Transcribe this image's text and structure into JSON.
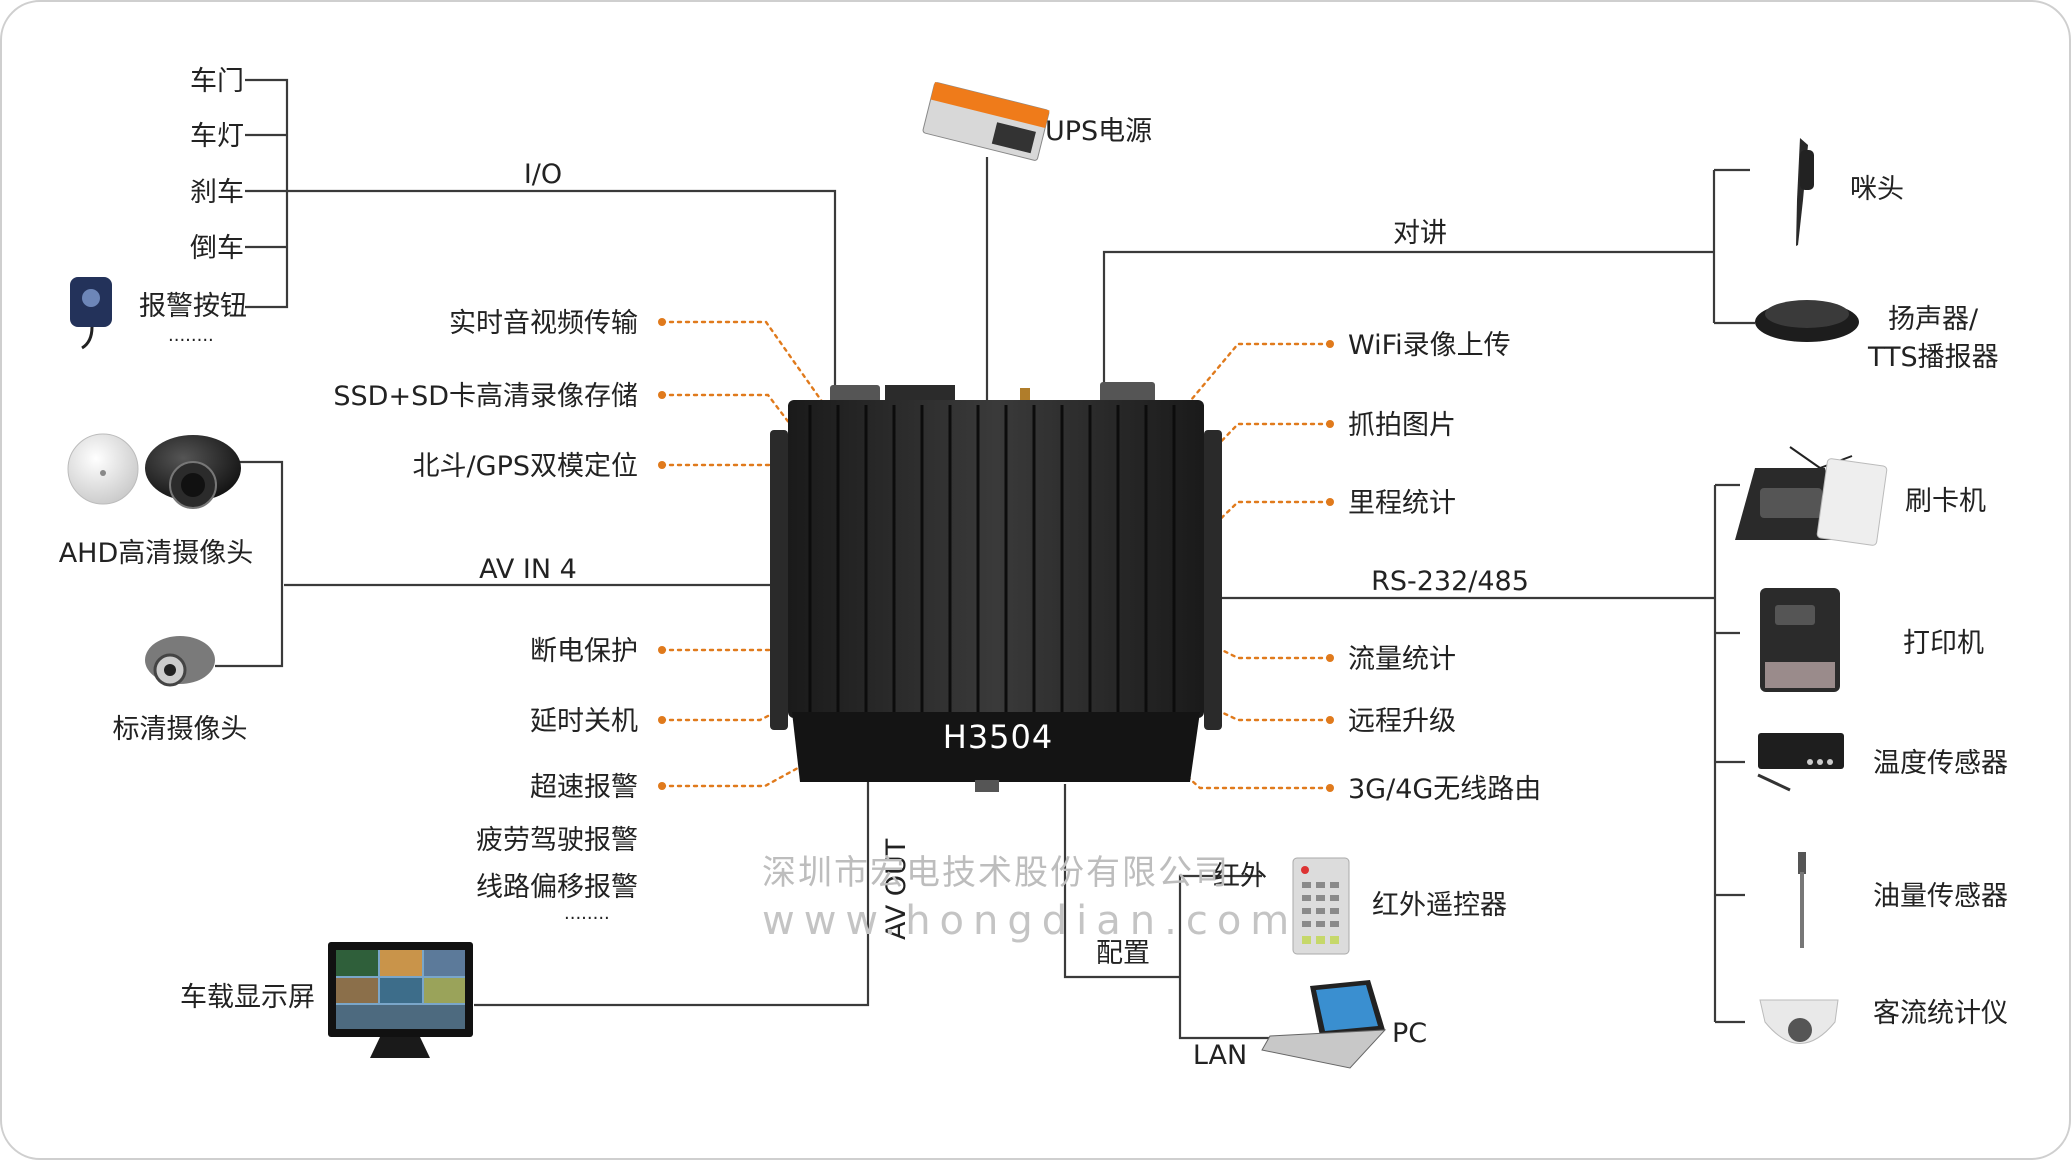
{
  "device": {
    "model": "H3504"
  },
  "io": {
    "label": "I/O",
    "inputs": [
      "车门",
      "车灯",
      "刹车",
      "倒车",
      "报警按钮"
    ],
    "more": "········"
  },
  "power": {
    "label": "UPS电源"
  },
  "intercom": {
    "label": "对讲",
    "devices": [
      "咪头",
      "扬声器/",
      "TTS播报器"
    ]
  },
  "cameras": {
    "ahd": "AHD高清摄像头",
    "sd": "标清摄像头",
    "bus_label": "AV IN 4"
  },
  "features_left": [
    "实时音视频传输",
    "SSD+SD卡高清录像存储",
    "北斗/GPS双模定位",
    "断电保护",
    "延时关机",
    "超速报警"
  ],
  "features_left_extra": [
    "疲劳驾驶报警",
    "线路偏移报警",
    "········"
  ],
  "features_right": [
    "WiFi录像上传",
    "抓拍图片",
    "里程统计",
    "流量统计",
    "远程升级",
    "3G/4G无线路由"
  ],
  "serial": {
    "label": "RS-232/485",
    "devices": [
      "刷卡机",
      "打印机",
      "温度传感器",
      "油量传感器",
      "客流统计仪"
    ]
  },
  "display": {
    "label": "车载显示屏",
    "bus_label": "AV OUT"
  },
  "config": {
    "label": "配置",
    "infrared_label": "红外",
    "remote": "红外遥控器",
    "lan_label": "LAN",
    "pc": "PC"
  },
  "watermark": {
    "company": "深圳市宏电技术股份有限公司",
    "url": "www.hongdian.com"
  },
  "colors": {
    "dotted_line": "#e07a1c",
    "line": "#3a3a3a",
    "device_body": "#1c1c1c"
  }
}
